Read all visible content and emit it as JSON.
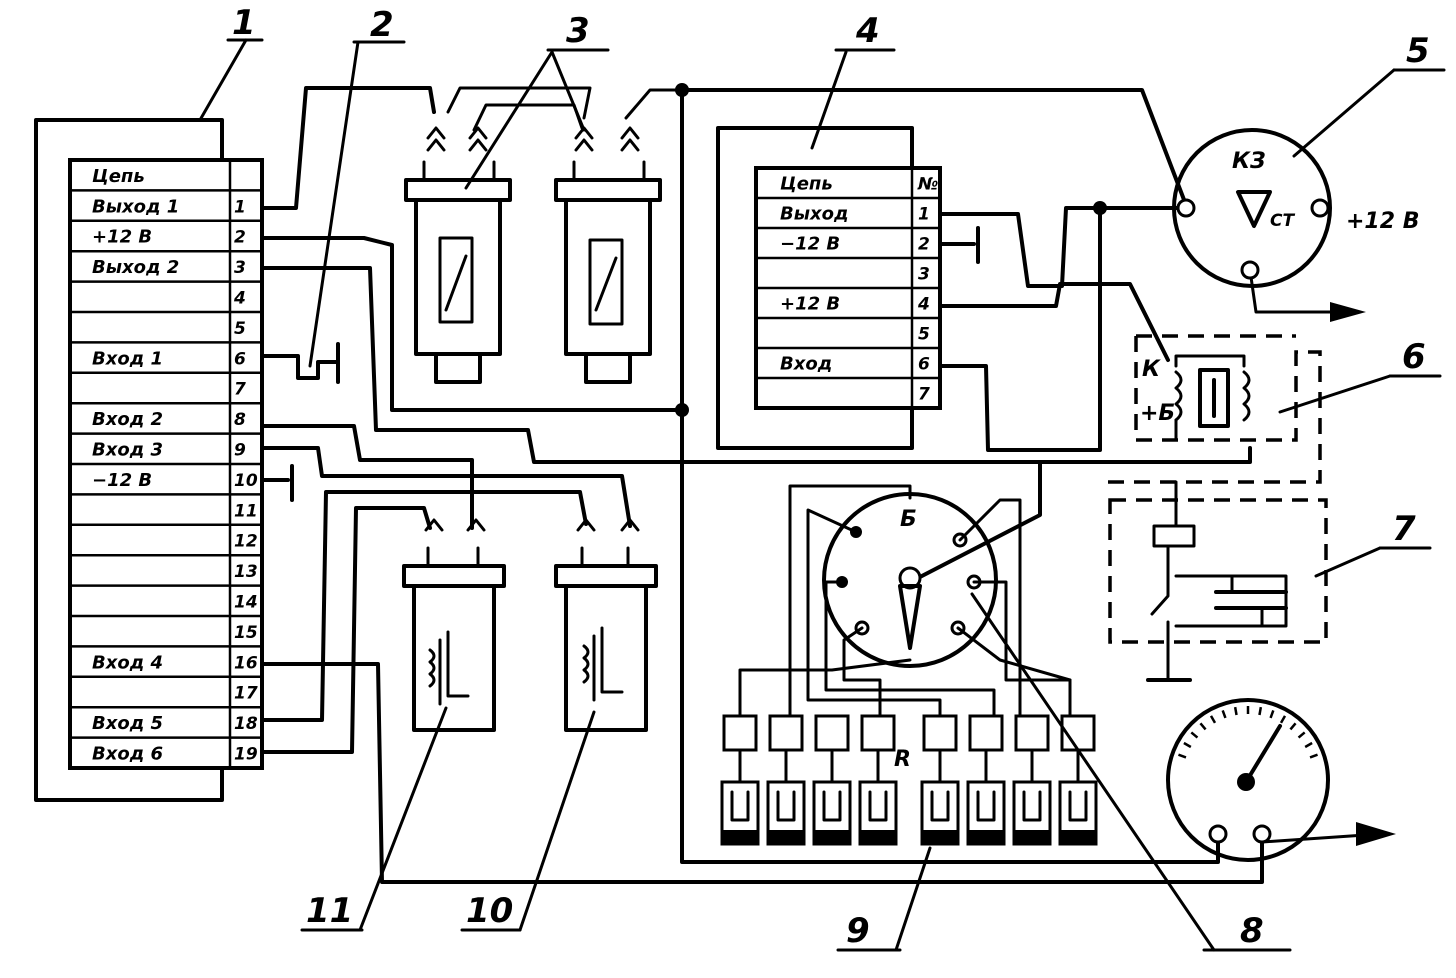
{
  "callouts": [
    "1",
    "2",
    "3",
    "4",
    "5",
    "6",
    "7",
    "8",
    "9",
    "10",
    "11"
  ],
  "block1": {
    "rows": [
      {
        "label": "Цепь",
        "pin": ""
      },
      {
        "label": "Выход 1",
        "pin": "1"
      },
      {
        "label": "+12 В",
        "pin": "2"
      },
      {
        "label": "Выход 2",
        "pin": "3"
      },
      {
        "label": "",
        "pin": "4"
      },
      {
        "label": "",
        "pin": "5"
      },
      {
        "label": "Вход 1",
        "pin": "6"
      },
      {
        "label": "",
        "pin": "7"
      },
      {
        "label": "Вход 2",
        "pin": "8"
      },
      {
        "label": "Вход 3",
        "pin": "9"
      },
      {
        "label": "−12 В",
        "pin": "10"
      },
      {
        "label": "",
        "pin": "11"
      },
      {
        "label": "",
        "pin": "12"
      },
      {
        "label": "",
        "pin": "13"
      },
      {
        "label": "",
        "pin": "14"
      },
      {
        "label": "",
        "pin": "15"
      },
      {
        "label": "Вход 4",
        "pin": "16"
      },
      {
        "label": "",
        "pin": "17"
      },
      {
        "label": "Вход 5",
        "pin": "18"
      },
      {
        "label": "Вход 6",
        "pin": "19"
      }
    ]
  },
  "block4": {
    "rows": [
      {
        "label": "Цепь",
        "pin": "№"
      },
      {
        "label": "Выход",
        "pin": "1"
      },
      {
        "label": "−12 В",
        "pin": "2"
      },
      {
        "label": "",
        "pin": "3"
      },
      {
        "label": "+12 В",
        "pin": "4"
      },
      {
        "label": "",
        "pin": "5"
      },
      {
        "label": "Вход",
        "pin": "6"
      },
      {
        "label": "",
        "pin": "7"
      }
    ]
  },
  "sensor5": {
    "label_top": "КЗ",
    "label_st": "СТ",
    "supply": "+12 В"
  },
  "relay6": {
    "k_label": "К",
    "b_label": "+Б"
  },
  "switch8": {
    "b_label": "Б"
  },
  "resistors9": {
    "r_label": "R"
  }
}
